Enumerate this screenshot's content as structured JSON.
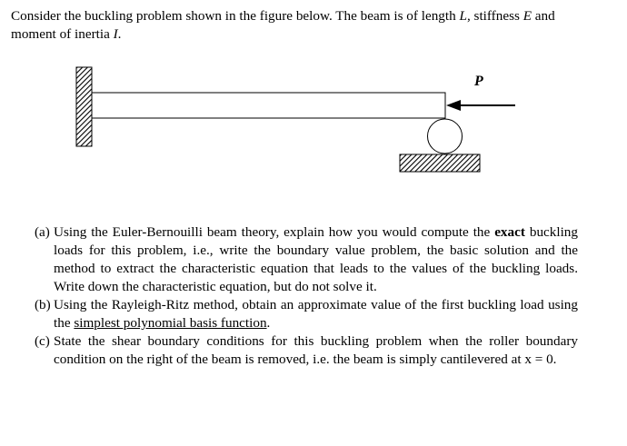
{
  "intro": {
    "text1": "Consider the buckling problem shown in the figure below. The beam is of length ",
    "L": "L",
    "text2": ", stiffness ",
    "E": "E",
    "text3": " and moment of inertia ",
    "I": "I",
    "text4": "."
  },
  "figure": {
    "load_label": "P"
  },
  "parts": {
    "a": {
      "label": "(a)",
      "pre": "Using the Euler-Bernouilli beam theory, explain how you would compute the ",
      "bold": "exact",
      "post": " buckling loads for this problem, i.e., write the boundary value problem, the basic solution and the method to extract the characteristic equation that leads to the values of the buckling loads. Write down the characteristic equation, but do not solve it."
    },
    "b": {
      "label": "(b)",
      "pre": "Using the Rayleigh-Ritz method, obtain an approximate value of the first buckling load using the ",
      "underline": "simplest polynomial basis function",
      "post": "."
    },
    "c": {
      "label": "(c)",
      "text": "State the shear boundary conditions for this buckling problem when the roller boundary condition on the right of the beam is removed, i.e. the beam is simply cantilevered at x = 0."
    }
  }
}
